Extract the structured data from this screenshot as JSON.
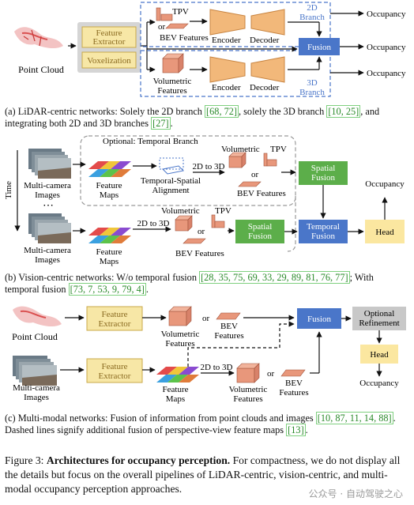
{
  "panel_a": {
    "point_cloud": "Point Cloud",
    "feature_extractor": [
      "Feature",
      "Extractor"
    ],
    "voxelization": "Voxelization",
    "tpv": "TPV",
    "or": "or",
    "bev_features": "BEV Features",
    "volumetric_features": [
      "Volumetric",
      "Features"
    ],
    "encoder": "Encoder",
    "decoder": "Decoder",
    "branch_2d": [
      "2D",
      "Branch"
    ],
    "branch_3d": [
      "3D",
      "Branch"
    ],
    "fusion": "Fusion",
    "occupancy": "Occupancy",
    "caption": {
      "label": "(a) LiDAR-centric networks: Solely the 2D branch ",
      "c1": "[68, 72]",
      "t2": ", solely the 3D branch ",
      "c2": "[10, 25]",
      "t3": ", and integrating both 2D and 3D branches ",
      "c3": "[27]",
      "t4": "."
    }
  },
  "panel_b": {
    "optional_temporal": "Optional: Temporal Branch",
    "time": "Time",
    "multi_camera_images": [
      "Multi-camera",
      "Images"
    ],
    "feature_maps": [
      "Feature",
      "Maps"
    ],
    "temporal_spatial_alignment": [
      "Temporal-Spatial",
      "Alignment"
    ],
    "two_d_to_three_d": "2D to 3D",
    "volumetric": "Volumetric",
    "tpv": "TPV",
    "or": "or",
    "bev_features": "BEV Features",
    "spatial_fusion": [
      "Spatial",
      "Fusion"
    ],
    "temporal_fusion": [
      "Temporal",
      "Fusion"
    ],
    "occupancy": "Occupancy",
    "head": "Head",
    "caption": {
      "t1": "(b) Vision-centric networks: W/o temporal fusion ",
      "c1": "[28, 35, 75, 69, 33, 29, 89, 81, 76, 77]",
      "t2": "; With temporal fusion ",
      "c2": "[73, 7, 53, 9, 79, 4]",
      "t3": "."
    }
  },
  "panel_c": {
    "point_cloud": "Point Cloud",
    "feature_extractor": [
      "Feature",
      "Extractor"
    ],
    "volumetric_features": [
      "Volumetric",
      "Features"
    ],
    "or": "or",
    "bev_features": [
      "BEV",
      "Features"
    ],
    "fusion": "Fusion",
    "optional_refinement": [
      "Optional",
      "Refinement"
    ],
    "head": "Head",
    "occupancy": "Occupancy",
    "multi_camera_images": [
      "Multi-camera",
      "Images"
    ],
    "feature_maps": [
      "Feature",
      "Maps"
    ],
    "two_d_to_three_d": "2D to 3D",
    "caption": {
      "t1": "(c) Multi-modal networks: Fusion of information from point clouds and images ",
      "c1": "[10, 87, 11, 14, 88]",
      "t2": ". Dashed lines signify additional fusion of perspective-view feature maps ",
      "c2": "[13]",
      "t3": "."
    }
  },
  "figure_caption": {
    "label": "Figure 3: ",
    "title": "Architectures for occupancy perception.",
    "body": " For compactness, we do not display all the details but focus on the overall pipelines of LiDAR-centric, vision-centric, and multi-modal occupancy perception approaches."
  },
  "watermark": "公众号 · 自动驾驶之心",
  "colors": {
    "feature_box": "#f7e7a6",
    "feature_border": "#c9a94a",
    "blue": "#4a76c9",
    "green": "#5cae4a",
    "head": "#fbe7a0",
    "gray_box": "#c8c8c8",
    "encoder": "#f2b87a",
    "cube": "#e8977b"
  }
}
